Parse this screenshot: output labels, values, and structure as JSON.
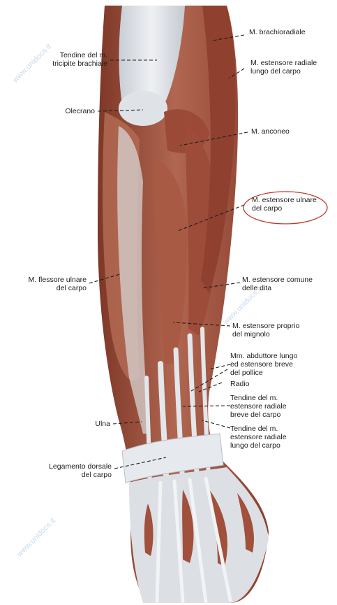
{
  "labels": {
    "brachioradiale": "M. brachioradiale",
    "tendine_tricipite": "Tendine del m.\ntricipite brachiale",
    "estensore_radiale_lungo": "M. estensore radiale\nlungo del carpo",
    "olecrano": "Olecrano",
    "anconeo": "M. anconeo",
    "estensore_ulnare": "M. estensore ulnare\ndel carpo",
    "flessore_ulnare": "M. flessore ulnare\ndel carpo",
    "estensore_comune": "M. estensore comune\ndelle dita",
    "estensore_proprio": "M. estensore proprio\ndel mignolo",
    "abduttore": "Mm. abduttore lungo\ned estensore breve\ndel pollice",
    "radio": "Radio",
    "tendine_breve": "Tendine del m.\nestensore radiale\nbreve del carpo",
    "ulna": "Ulna",
    "tendine_lungo": "Tendine del m.\nestensore radiale\nlungo del carpo",
    "legamento": "Legamento dorsale\ndel carpo"
  },
  "watermark": "www.unidocs.it",
  "colors": {
    "muscle": "#a5553f",
    "muscle_dark": "#7c3528",
    "tendon": "#d9dde3",
    "highlight_ellipse": "#c0392b"
  }
}
